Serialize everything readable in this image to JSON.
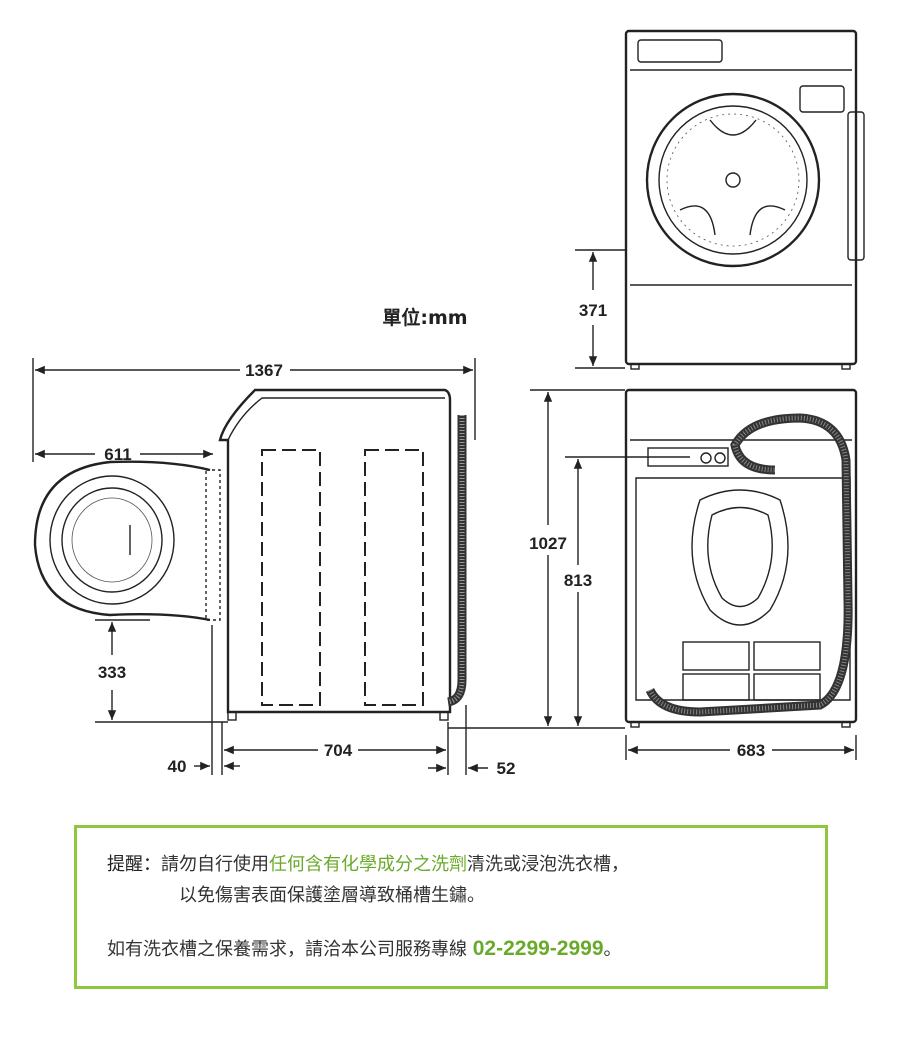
{
  "unit_label": "單位:mm",
  "dimensions": {
    "total_depth": "1367",
    "door_depth": "611",
    "door_height": "333",
    "body_depth": "704",
    "front_gap": "40",
    "rear_gap": "52",
    "door_bottom_height": "371",
    "total_height": "1027",
    "hose_height": "813",
    "width": "683"
  },
  "note": {
    "label": "提醒：",
    "line1_pre": "請勿自行使用",
    "line1_highlight": "任何含有化學成分之洗劑",
    "line1_post": "清洗或浸泡洗衣槽，",
    "line2": "以免傷害表面保護塗層導致桶槽生鏽。",
    "line3_pre": "如有洗衣槽之保養需求，請洽本公司服務專線",
    "phone": "02-2299-2999",
    "line3_post": "。"
  },
  "colors": {
    "accent": "#6aaa2a",
    "border": "#8dc63f"
  }
}
